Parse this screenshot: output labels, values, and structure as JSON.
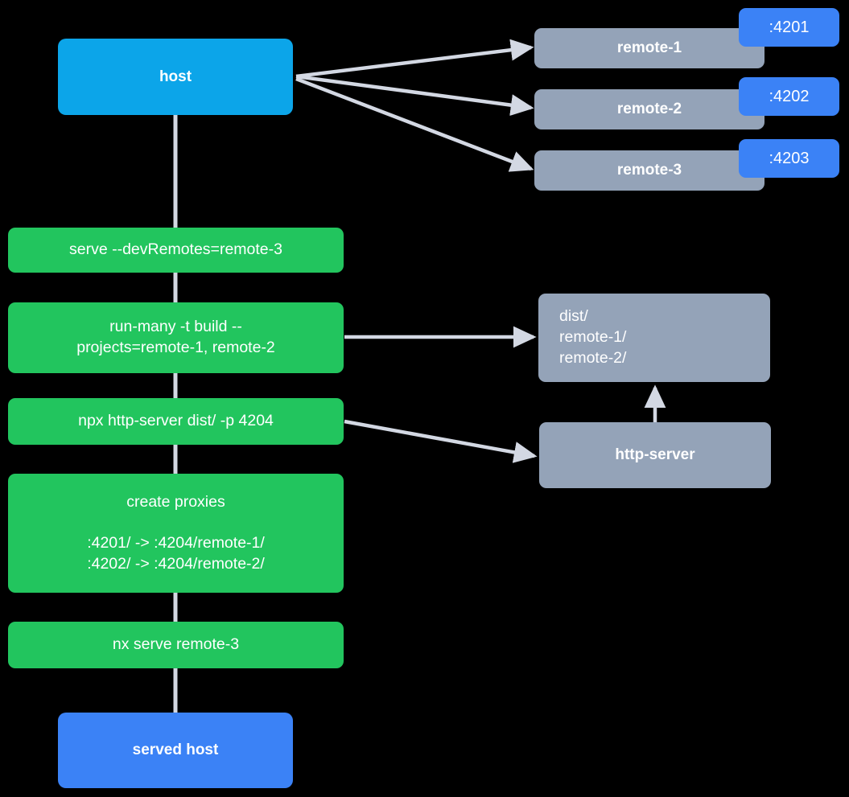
{
  "diagram": {
    "title": "Nx module federation host and remotes serving flow",
    "background": "#000000",
    "edge_color": "#d3d8e3",
    "colors": {
      "host": "#0ca5e9",
      "served_host": "#3b82f6",
      "command": "#22c55e",
      "remote": "#94a3b8",
      "port_badge": "#3b82f6",
      "text": "#ffffff"
    }
  },
  "nodes": {
    "host": {
      "label": "host"
    },
    "remote_1": {
      "label": "remote-1",
      "port": ":4201"
    },
    "remote_2": {
      "label": "remote-2",
      "port": ":4202"
    },
    "remote_3": {
      "label": "remote-3",
      "port": ":4203"
    },
    "cmd_serve": {
      "label": "serve --devRemotes=remote-3"
    },
    "cmd_run_many": {
      "label": "run-many -t build --\nprojects=remote-1, remote-2"
    },
    "cmd_http_server": {
      "label": "npx http-server dist/ -p 4204"
    },
    "cmd_create_proxies": {
      "label": "create proxies\n\n:4201/ -> :4204/remote-1/\n:4202/ -> :4204/remote-2/"
    },
    "cmd_nx_serve": {
      "label": "nx serve remote-3"
    },
    "dist_folder": {
      "label": "dist/\n     remote-1/\n     remote-2/"
    },
    "http_server": {
      "label": "http-server"
    },
    "served_host": {
      "label": "served host"
    }
  },
  "edges": [
    {
      "from": "host",
      "to": "remote_1"
    },
    {
      "from": "host",
      "to": "remote_2"
    },
    {
      "from": "host",
      "to": "remote_3"
    },
    {
      "from": "host",
      "to": "cmd_serve"
    },
    {
      "from": "cmd_serve",
      "to": "cmd_run_many"
    },
    {
      "from": "cmd_run_many",
      "to": "dist_folder"
    },
    {
      "from": "cmd_run_many",
      "to": "cmd_http_server"
    },
    {
      "from": "cmd_http_server",
      "to": "http_server"
    },
    {
      "from": "cmd_http_server",
      "to": "cmd_create_proxies"
    },
    {
      "from": "http_server",
      "to": "dist_folder"
    },
    {
      "from": "cmd_create_proxies",
      "to": "cmd_nx_serve"
    },
    {
      "from": "cmd_nx_serve",
      "to": "served_host"
    }
  ]
}
